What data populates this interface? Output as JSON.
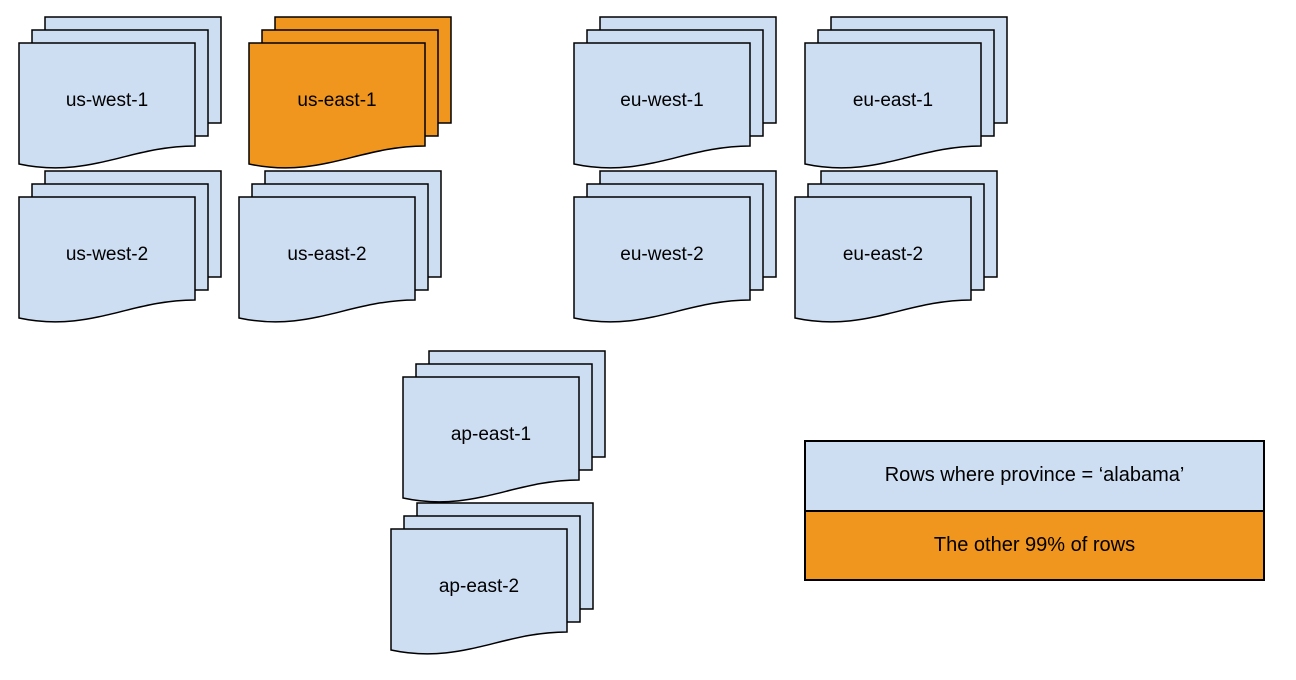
{
  "colors": {
    "document_blue": "#cdddf2",
    "highlight_orange": "#f0951d",
    "outline": "#000000",
    "text_color": "#000000",
    "background": "#ffffff"
  },
  "stacks": [
    {
      "id": "us-west-1",
      "label": "us-west-1",
      "highlighted": false
    },
    {
      "id": "us-east-1",
      "label": "us-east-1",
      "highlighted": true
    },
    {
      "id": "eu-west-1",
      "label": "eu-west-1",
      "highlighted": false
    },
    {
      "id": "eu-east-1",
      "label": "eu-east-1",
      "highlighted": false
    },
    {
      "id": "us-west-2",
      "label": "us-west-2",
      "highlighted": false
    },
    {
      "id": "us-east-2",
      "label": "us-east-2",
      "highlighted": false
    },
    {
      "id": "eu-west-2",
      "label": "eu-west-2",
      "highlighted": false
    },
    {
      "id": "eu-east-2",
      "label": "eu-east-2",
      "highlighted": false
    },
    {
      "id": "ap-east-1",
      "label": "ap-east-1",
      "highlighted": false
    },
    {
      "id": "ap-east-2",
      "label": "ap-east-2",
      "highlighted": false
    }
  ],
  "legend": {
    "items": [
      {
        "label": "Rows where province = ‘alabama’",
        "color_key": "document_blue"
      },
      {
        "label": "The other 99% of rows",
        "color_key": "highlight_orange"
      }
    ]
  }
}
